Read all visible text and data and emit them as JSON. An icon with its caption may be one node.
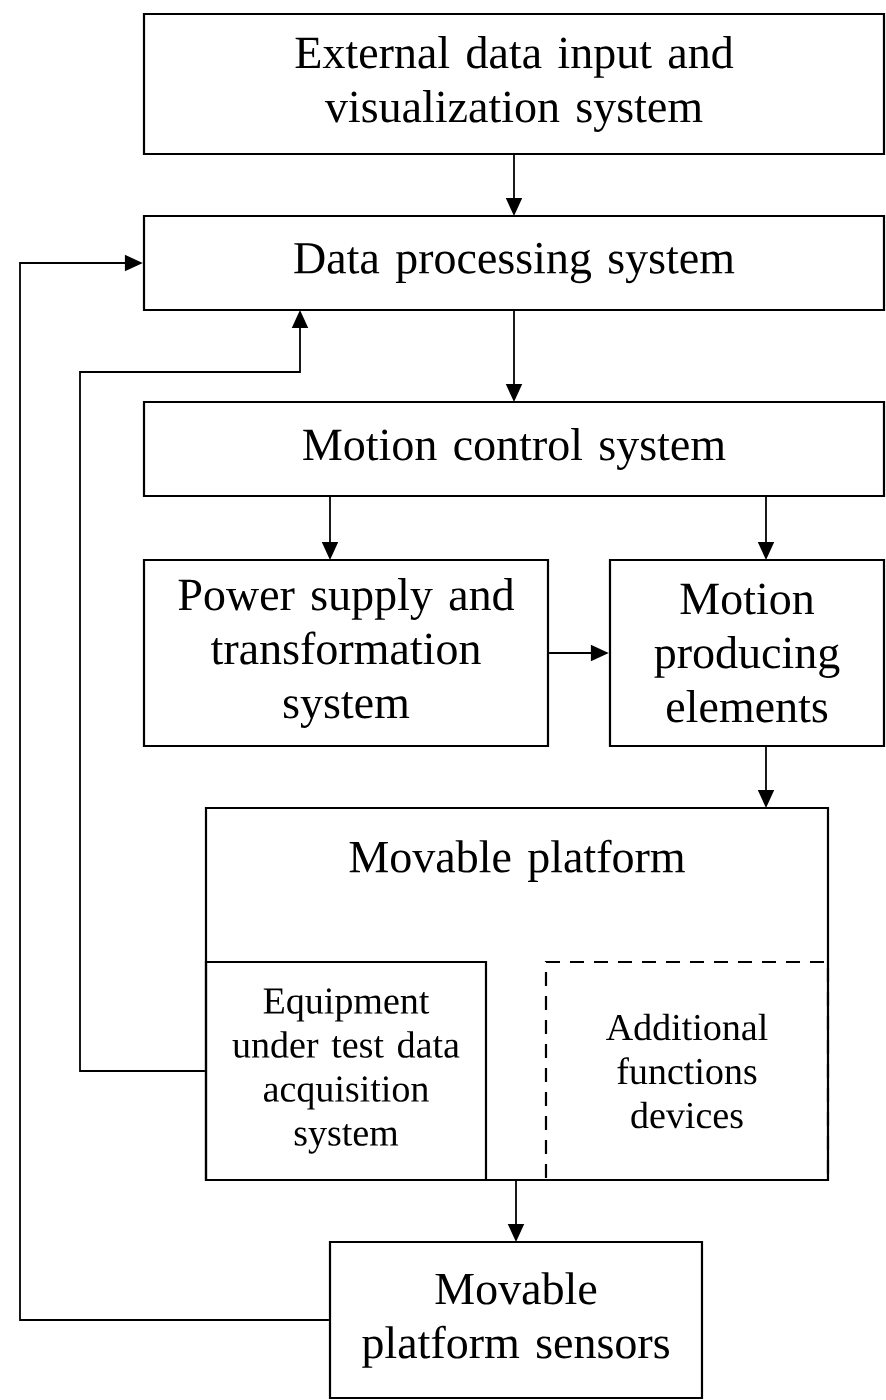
{
  "diagram": {
    "nodes": [
      {
        "text": [
          "External data input and visualization system"
        ]
      },
      {
        "text": [
          "Data processing system"
        ]
      },
      {
        "text": [
          "Motion control system"
        ]
      },
      {
        "text": [
          "Power supply and transformation system"
        ]
      },
      {
        "text": [
          "Motion producing elements"
        ]
      },
      {
        "text": [
          "Movable platform"
        ]
      },
      {
        "text": [
          "Equipment under test data acquisition system"
        ],
        "in": 5
      },
      {
        "text": [
          "Additional functions devices"
        ],
        "in": 5
      },
      {
        "text": [
          "Movable platform sensors"
        ]
      }
    ],
    "edges": [
      {
        "from": 0,
        "to": 1,
        "arrow": "to"
      },
      {
        "from": 1,
        "to": 2,
        "arrow": "to"
      },
      {
        "from": 2,
        "to": 3,
        "arrow": "to"
      },
      {
        "from": 2,
        "to": 4,
        "arrow": "to"
      },
      {
        "from": 3,
        "to": 4,
        "arrow": "to"
      },
      {
        "from": 4,
        "to": 5,
        "arrow": "to"
      },
      {
        "from": 5,
        "to": 8,
        "arrow": "to"
      },
      {
        "from": 6,
        "to": 1,
        "arrow": "to"
      },
      {
        "from": 8,
        "to": 1,
        "arrow": "to"
      }
    ]
  }
}
